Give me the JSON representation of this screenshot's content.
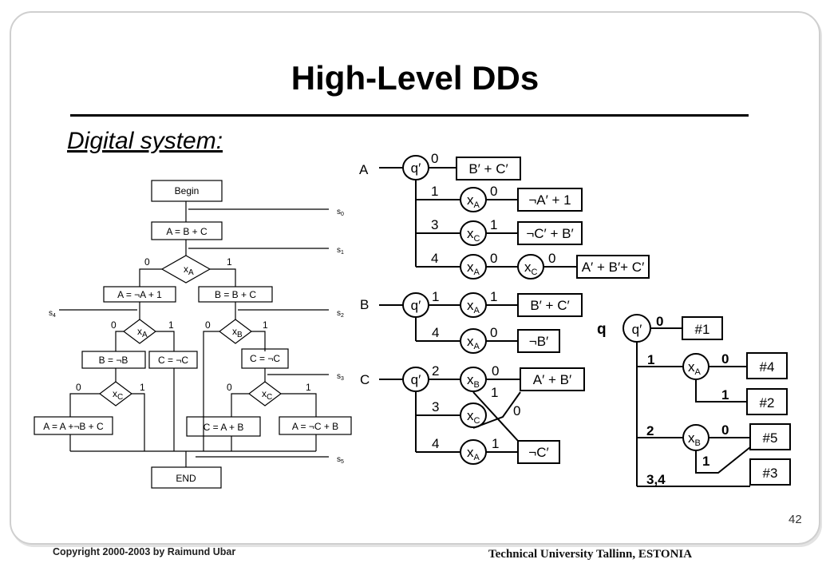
{
  "slide": {
    "title": "High-Level DDs",
    "subtitle": "Digital system:",
    "page_number": "42",
    "copyright": "Copyright  2000-2003  by  Raimund Ubar",
    "institution": "Technical University Tallinn, ESTONIA"
  },
  "flowchart": {
    "begin": "Begin",
    "end": "END",
    "blocks": [
      "A = B + C",
      "A = ¬A + 1",
      "B = B + C",
      "B = ¬B",
      "C = ¬C",
      "C = ¬C",
      "A = A +¬B + C",
      "C = A + B",
      "A = ¬C + B"
    ],
    "states": [
      "s",
      "s",
      "s",
      "s",
      "s",
      "s"
    ],
    "state_subscripts": [
      "0",
      "1",
      "2",
      "3",
      "4",
      "5"
    ],
    "decisions": [
      {
        "label": "x",
        "sub": "A",
        "no": "0",
        "yes": "1"
      },
      {
        "label": "x",
        "sub": "A",
        "no": "0",
        "yes": "1"
      },
      {
        "label": "x",
        "sub": "B",
        "no": "0",
        "yes": "1"
      },
      {
        "label": "x",
        "sub": "C",
        "no": "0",
        "yes": "1"
      },
      {
        "label": "x",
        "sub": "C",
        "no": "0",
        "yes": "1"
      }
    ]
  },
  "dd_A": {
    "var": "A",
    "root": "q′",
    "branch_labels": [
      "0",
      "1",
      "3",
      "4"
    ],
    "nodes": [
      {
        "name": "x",
        "sub": "A"
      },
      {
        "name": "x",
        "sub": "C"
      },
      {
        "name": "x",
        "sub": "A"
      },
      {
        "name": "x",
        "sub": "C"
      }
    ],
    "edge_labels": [
      "0",
      "1",
      "0",
      "0"
    ],
    "terminals": [
      "B′ + C′",
      "¬A′ + 1",
      "¬C′ + B′",
      "A′ + B′+ C′"
    ]
  },
  "dd_B": {
    "var": "B",
    "root": "q′",
    "branch_labels": [
      "1",
      "4"
    ],
    "nodes": [
      {
        "name": "x",
        "sub": "A"
      },
      {
        "name": "x",
        "sub": "A"
      }
    ],
    "edge_labels": [
      "1",
      "0"
    ],
    "terminals": [
      "B′ + C′",
      "¬B′"
    ]
  },
  "dd_C": {
    "var": "C",
    "root": "q′",
    "branch_labels": [
      "2",
      "3",
      "4"
    ],
    "nodes": [
      {
        "name": "x",
        "sub": "B"
      },
      {
        "name": "x",
        "sub": "C"
      },
      {
        "name": "x",
        "sub": "A"
      }
    ],
    "edge_labels": [
      "0",
      "1",
      "0",
      "1"
    ],
    "terminals": [
      "A′ + B′",
      "¬C′"
    ]
  },
  "dd_q": {
    "var": "q",
    "root": "q′",
    "branch_labels": [
      "0",
      "1",
      "2",
      "3,4"
    ],
    "nodes": [
      {
        "name": "x",
        "sub": "A"
      },
      {
        "name": "x",
        "sub": "B"
      }
    ],
    "edge_labels": [
      "0",
      "1",
      "0",
      "1"
    ],
    "terminals": [
      "#1",
      "#4",
      "#2",
      "#5",
      "#3"
    ]
  }
}
